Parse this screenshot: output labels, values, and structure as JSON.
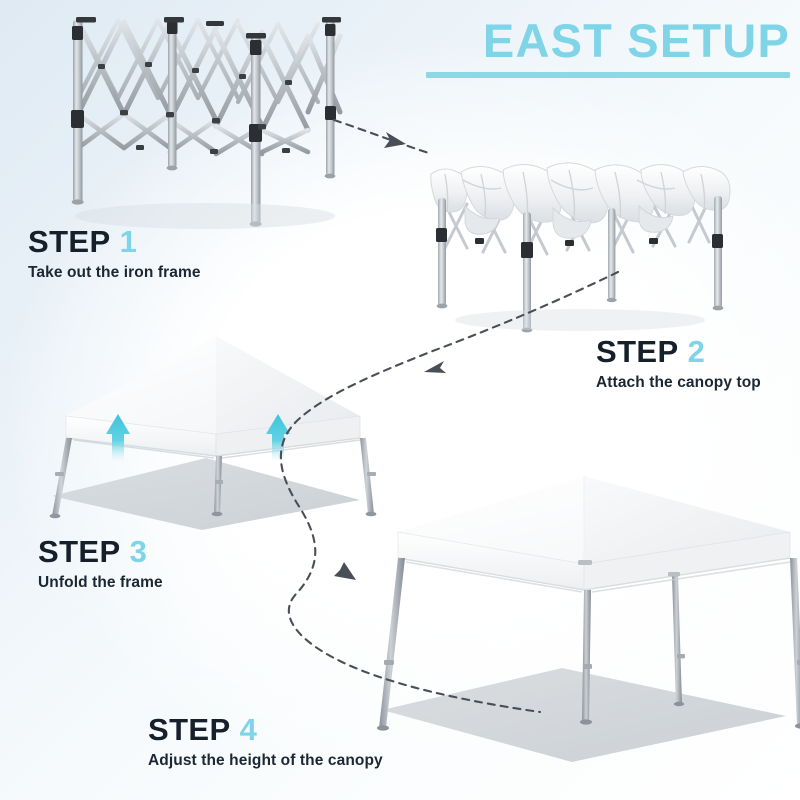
{
  "page": {
    "title": "EAST SETUP",
    "background_top_left": "#dfeaf3",
    "background_bottom_right": "#ffffff",
    "accent_color": "#7fd4e8",
    "rule_color": "#8ed8e6",
    "text_color": "#16202b"
  },
  "header": {
    "title": "EAST SETUP"
  },
  "steps": [
    {
      "id": "step-1",
      "head": "STEP",
      "number": "1",
      "caption": "Take out the iron frame",
      "illustration": "folded-iron-frame"
    },
    {
      "id": "step-2",
      "head": "STEP",
      "number": "2",
      "caption": "Attach the canopy top",
      "illustration": "frame-with-draped-canopy"
    },
    {
      "id": "step-3",
      "head": "STEP",
      "number": "3",
      "caption": "Unfold the frame",
      "illustration": "canopy-with-up-arrows"
    },
    {
      "id": "step-4",
      "head": "STEP",
      "number": "4",
      "caption": "Adjust the height of the canopy",
      "illustration": "finished-canopy-tall"
    }
  ],
  "arrows": {
    "up_arrow_color": "#49c8dd",
    "up_arrow_count": 2,
    "dashed_connector_color": "#4a4f57",
    "connector_count": 3
  },
  "colors": {
    "frame_metal_light": "#d9dde1",
    "frame_metal_mid": "#b3babf",
    "frame_metal_dark": "#8d959c",
    "bracket_black": "#2b2f33",
    "canopy_white": "#ffffff",
    "canopy_shade": "#e9ecef",
    "canopy_shade_dark": "#dfe3e7",
    "ground_shadow": "#c9ced2"
  }
}
